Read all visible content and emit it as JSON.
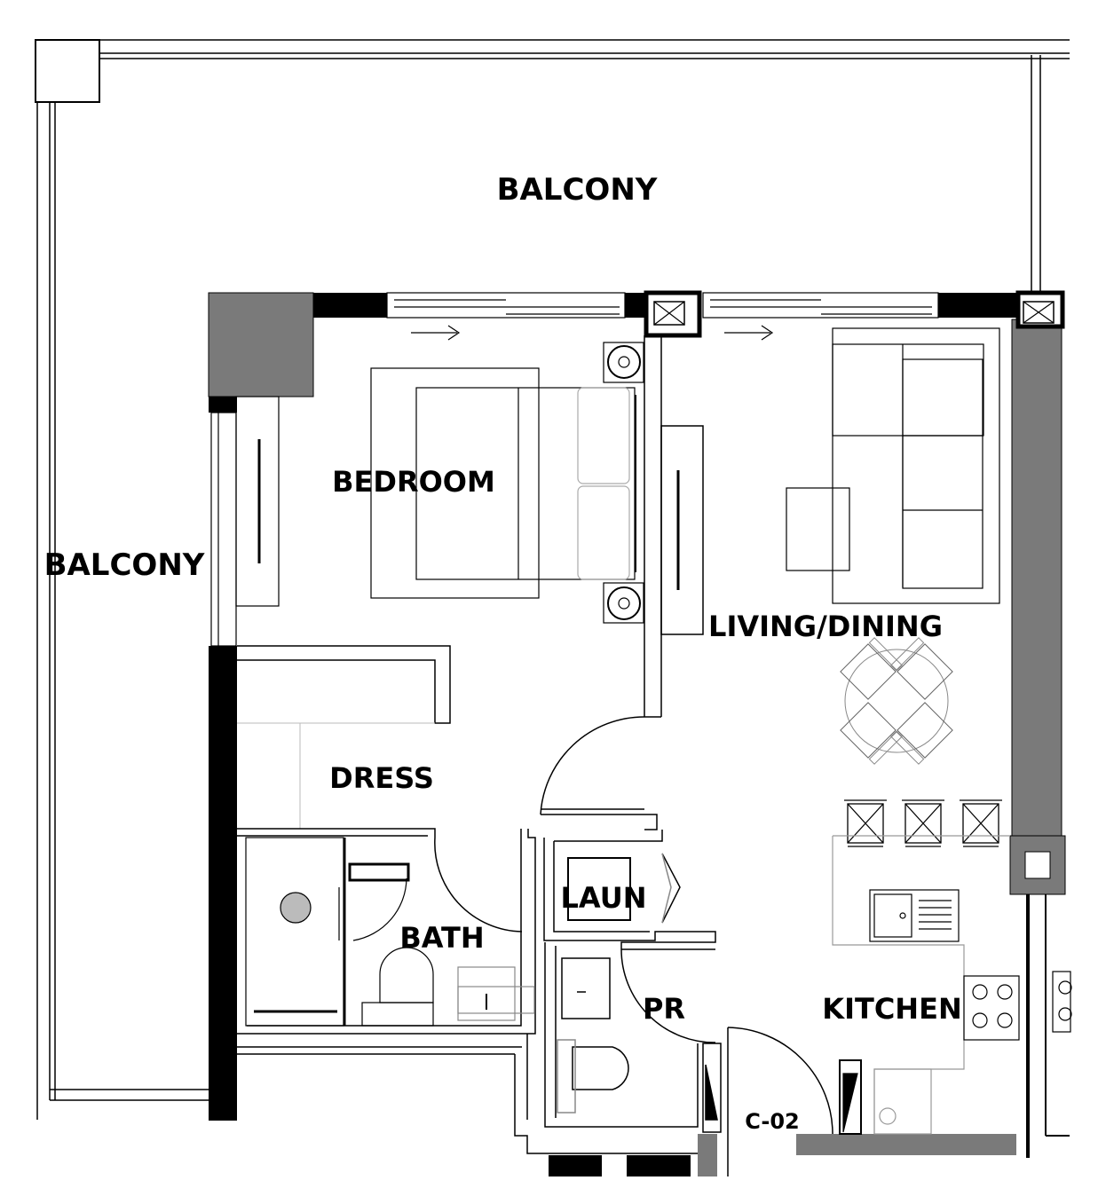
{
  "rooms": {
    "balcony_top": "BALCONY",
    "balcony_left": "BALCONY",
    "bedroom": "BEDROOM",
    "living_dining": "LIVING/DINING",
    "dress": "DRESS",
    "laundry": "LAUN",
    "bath": "BATH",
    "powder_room": "PR",
    "kitchen": "KITCHEN"
  },
  "unit_code": "C-02",
  "colors": {
    "wall_solid": "#000000",
    "wall_grey": "#7a7a7a",
    "line": "#000000",
    "fixture_line": "#9a9a9a"
  }
}
